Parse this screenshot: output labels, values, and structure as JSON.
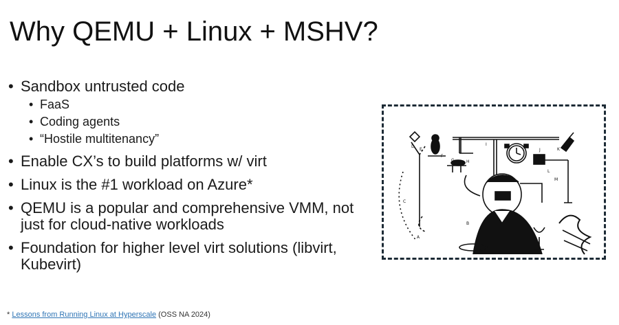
{
  "slide": {
    "title": "Why QEMU + Linux + MSHV?",
    "bullets": [
      {
        "text": "Sandbox untrusted code",
        "subbullets": [
          "FaaS",
          "Coding agents",
          "“Hostile multitenancy”"
        ]
      },
      {
        "text": "Enable CX’s to build platforms w/ virt"
      },
      {
        "text": "Linux is the #1 workload on Azure*"
      },
      {
        "text": "QEMU is a popular and comprehensive VMM, not just for cloud-native workloads"
      },
      {
        "text": "Foundation for higher level virt solutions (libvirt, Kubevirt)"
      }
    ],
    "illustration": {
      "labels": [
        "A",
        "B",
        "C",
        "D",
        "E",
        "F",
        "G",
        "H",
        "I",
        "J",
        "K",
        "L",
        "M"
      ],
      "border_color": "#1d2b36"
    },
    "footnote": {
      "prefix": "* ",
      "link_text": "Lessons from Running Linux at Hyperscale",
      "suffix": " (OSS NA 2024)",
      "link_color": "#2e74b5"
    }
  }
}
